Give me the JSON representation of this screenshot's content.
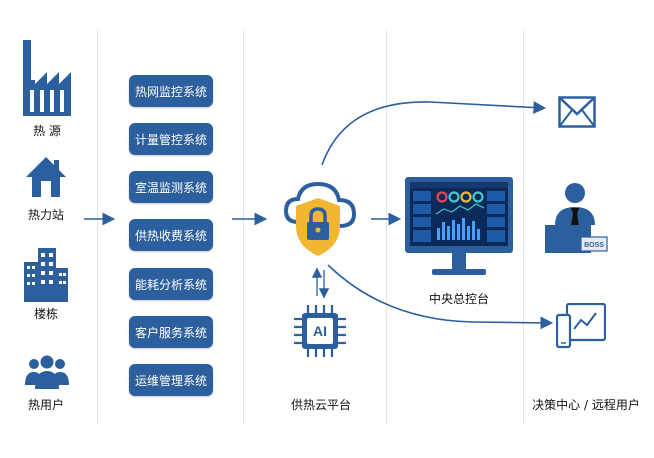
{
  "colors": {
    "primary": "#2c5f9e",
    "accent": "#f2b632",
    "divider": "#e3e6ea"
  },
  "sources": [
    {
      "label": "热 源",
      "icon": "factory-icon"
    },
    {
      "label": "热力站",
      "icon": "house-icon"
    },
    {
      "label": "楼栋",
      "icon": "building-icon"
    },
    {
      "label": "热用户",
      "icon": "users-icon"
    }
  ],
  "systems": [
    "热网监控系统",
    "计量管控系统",
    "室温监测系统",
    "供热收费系统",
    "能耗分析系统",
    "客户服务系统",
    "运维管理系统"
  ],
  "platform": {
    "label": "供热云平台",
    "chip_text": "AI"
  },
  "control": {
    "label": "中央总控台"
  },
  "outputs": {
    "label": "决策中心 / 远程用户",
    "boss_text": "BOSS"
  }
}
